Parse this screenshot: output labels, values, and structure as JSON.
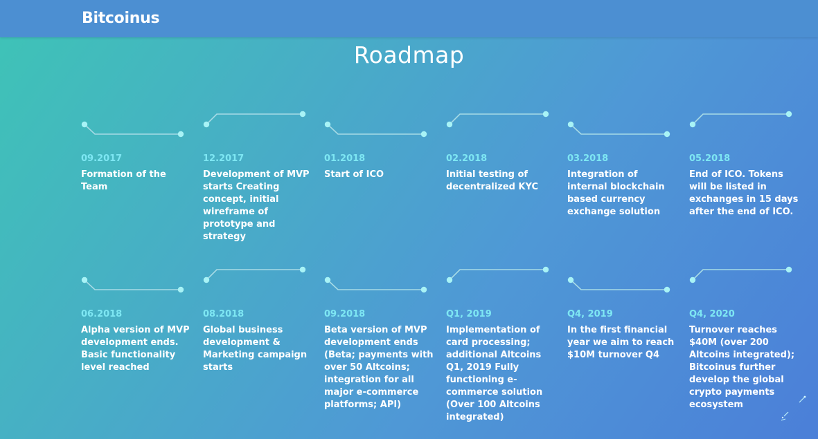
{
  "header": {
    "logo_text": "Bitcoinus"
  },
  "page": {
    "title": "Roadmap"
  },
  "colors": {
    "accent": "#7ee7f3",
    "header_bg": "#4c8fd2",
    "line": "#a7dbe6"
  },
  "roadmap": {
    "row1": [
      {
        "date": "09.2017",
        "text": "Formation of the Team",
        "connector": "down"
      },
      {
        "date": "12.2017",
        "text": "Development of MVP starts Creating concept, initial wireframe of prototype and strategy",
        "connector": "up"
      },
      {
        "date": "01.2018",
        "text": "Start of ICO",
        "connector": "down"
      },
      {
        "date": "02.2018",
        "text": "Initial testing of decentralized KYC",
        "connector": "up"
      },
      {
        "date": "03.2018",
        "text": "Integration of internal blockchain based currency exchange solution",
        "connector": "down"
      },
      {
        "date": "05.2018",
        "text": "End of ICO. Tokens will be listed in exchanges in 15 days after the end of ICO.",
        "connector": "up"
      }
    ],
    "row2": [
      {
        "date": "06.2018",
        "text": "Alpha version of MVP development ends. Basic functionality level reached",
        "connector": "down"
      },
      {
        "date": "08.2018",
        "text": "Global business development & Marketing campaign starts",
        "connector": "up"
      },
      {
        "date": "09.2018",
        "text": "Beta version of MVP development ends (Beta; payments with over 50 Altcoins; integration for all major e-commerce platforms; API)",
        "connector": "down"
      },
      {
        "date": "Q1, 2019",
        "text": "Implementation of card processing; additional Altcoins Q1, 2019 Fully functioning e-commerce solution (Over 100 Altcoins integrated)",
        "connector": "up"
      },
      {
        "date": "Q4, 2019",
        "text": "In the first financial year we aim to reach $10M turnover Q4",
        "connector": "down"
      },
      {
        "date": "Q4, 2020",
        "text": "Turnover reaches $40M (over 200 Altcoins integrated); Bitcoinus further develop the global crypto payments ecosystem",
        "connector": "up"
      }
    ]
  }
}
